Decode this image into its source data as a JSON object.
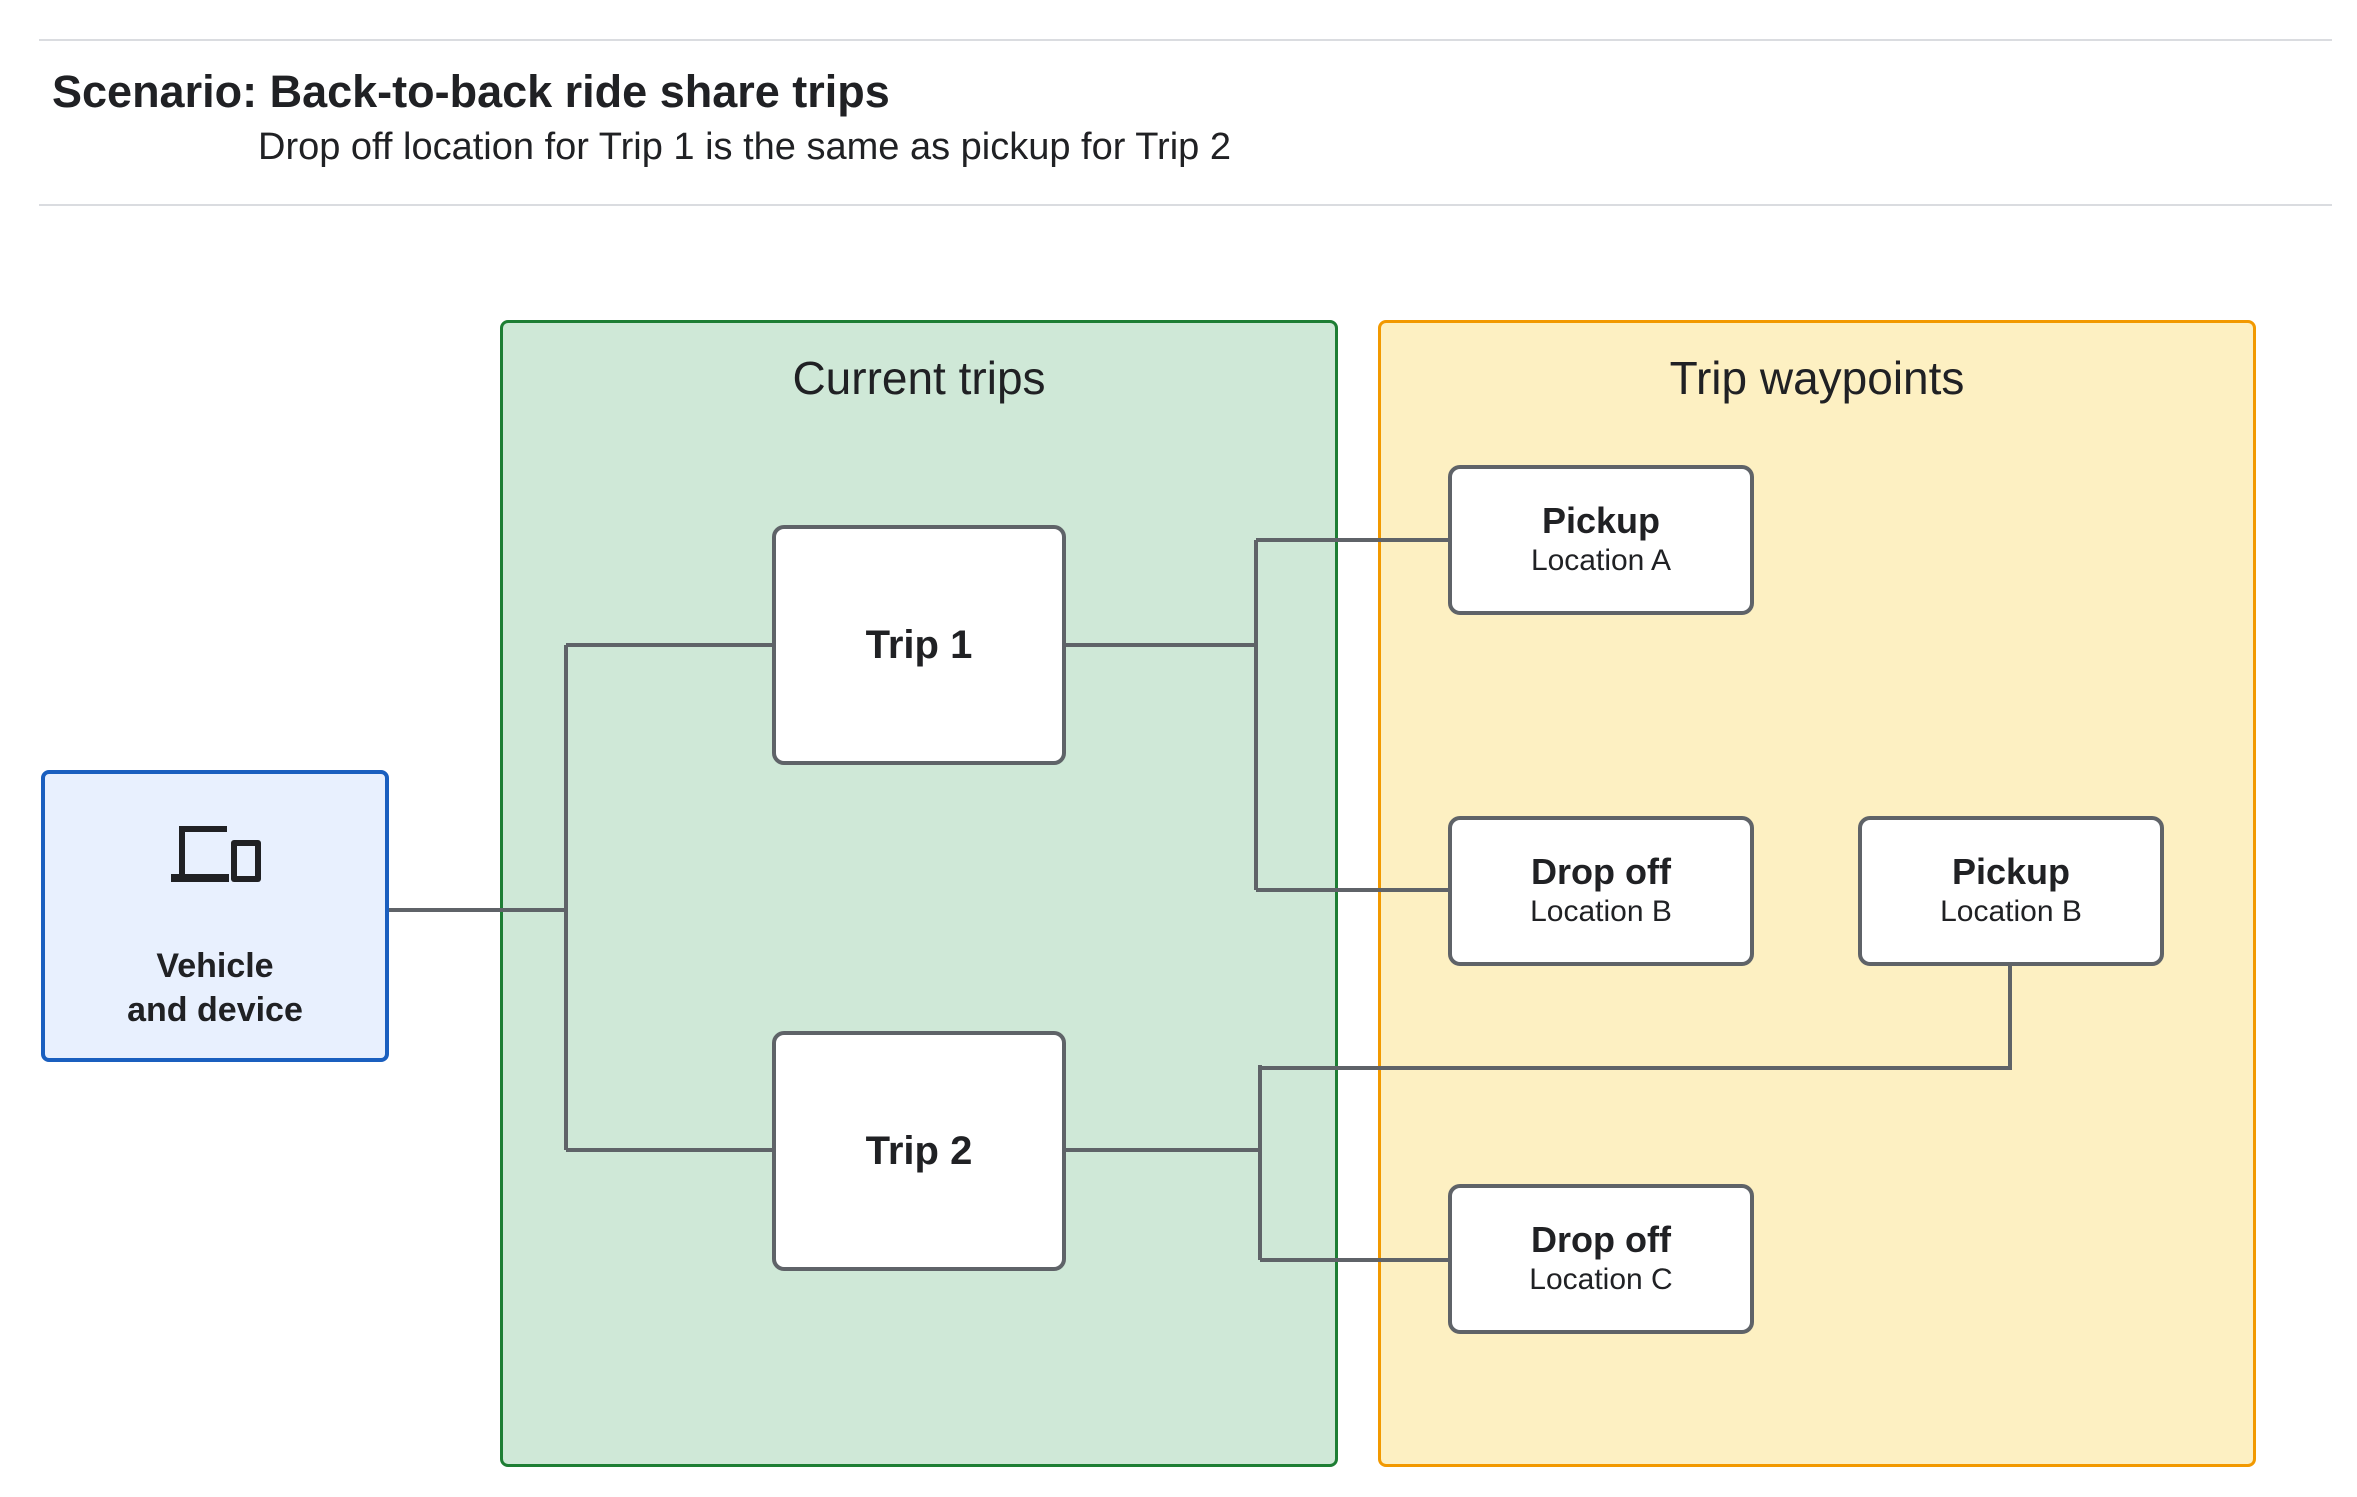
{
  "header": {
    "title": "Scenario: Back-to-back ride share trips",
    "subtitle": "Drop off  location for Trip 1 is the same as pickup for Trip 2"
  },
  "vehicle": {
    "icon": "devices-icon",
    "label_line1": "Vehicle",
    "label_line2": "and device",
    "fill": "#e8f0fe",
    "border": "#1a5fbf"
  },
  "groups": {
    "current_trips": {
      "title": "Current trips",
      "fill": "#cfe8d7",
      "border": "#1e7e34"
    },
    "trip_waypoints": {
      "title": "Trip waypoints",
      "fill": "#fdf0c2",
      "border": "#f29900"
    }
  },
  "trips": [
    {
      "label": "Trip 1"
    },
    {
      "label": "Trip 2"
    }
  ],
  "waypoints": [
    {
      "type": "Pickup",
      "location": "Location A"
    },
    {
      "type": "Drop off",
      "location": "Location B"
    },
    {
      "type": "Pickup",
      "location": "Location B"
    },
    {
      "type": "Drop off",
      "location": "Location C"
    }
  ],
  "colors": {
    "connector": "#5f6368",
    "node_border": "#5f6368",
    "divider": "#dadce0"
  }
}
